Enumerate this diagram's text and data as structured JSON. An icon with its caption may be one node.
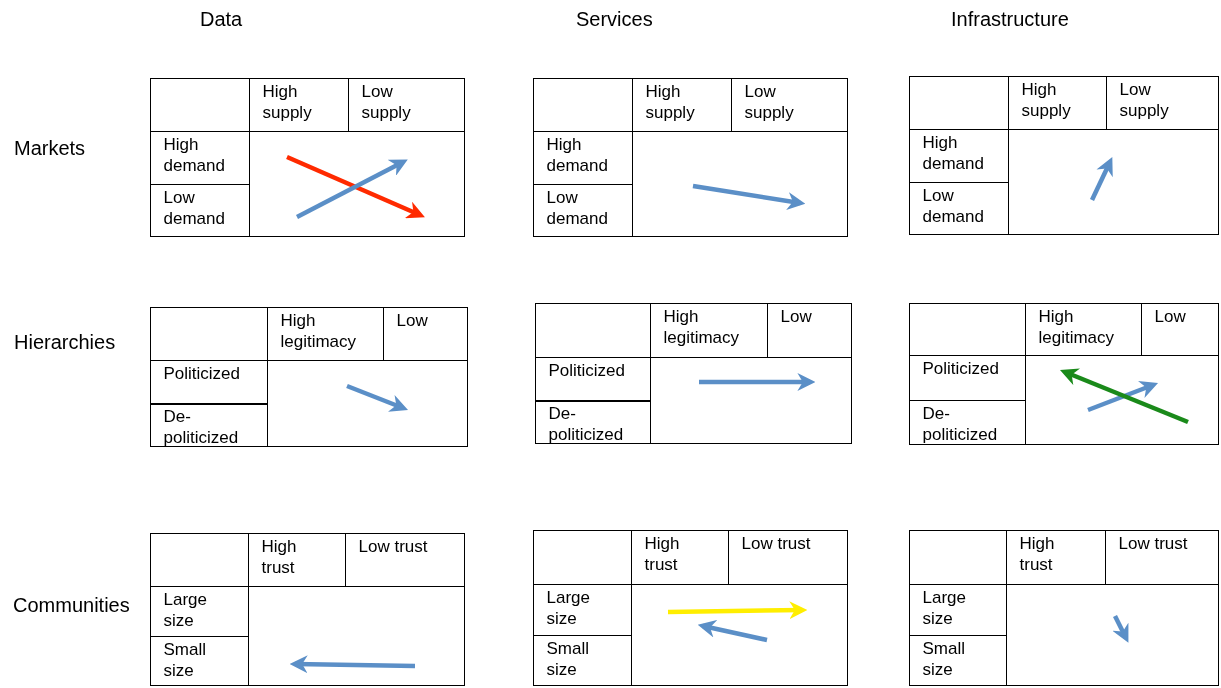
{
  "diagram": {
    "nodes": [
      {
        "text": [],
        "shape": "box"
      },
      {
        "text": [
          "High supply"
        ],
        "in": 0
      },
      {
        "text": [
          "Low supply"
        ],
        "in": 0
      },
      {
        "text": [
          "High demand"
        ],
        "in": 0
      },
      {
        "text": [
          "Low demand"
        ],
        "in": 0
      },
      {
        "text": [],
        "shape": "box"
      },
      {
        "text": [
          "High supply"
        ],
        "in": 5
      },
      {
        "text": [
          "Low supply"
        ],
        "in": 5
      },
      {
        "text": [
          "High demand"
        ],
        "in": 5
      },
      {
        "text": [
          "Low demand"
        ],
        "in": 5
      },
      {
        "text": [],
        "shape": "box"
      },
      {
        "text": [
          "High supply"
        ],
        "in": 10
      },
      {
        "text": [
          "Low supply"
        ],
        "in": 10
      },
      {
        "text": [
          "High demand"
        ],
        "in": 10
      },
      {
        "text": [
          "Low demand"
        ],
        "in": 10
      },
      {
        "text": [],
        "shape": "box"
      },
      {
        "text": [
          "High legitimacy"
        ],
        "in": 15
      },
      {
        "text": [
          "Low"
        ],
        "in": 15
      },
      {
        "text": [
          "Politicized"
        ],
        "in": 15
      },
      {
        "text": [
          "De- politicized"
        ],
        "in": 15
      },
      {
        "text": [],
        "shape": "box"
      },
      {
        "text": [
          "High legitimacy"
        ],
        "in": 20
      },
      {
        "text": [
          "Low"
        ],
        "in": 20
      },
      {
        "text": [
          "Politicized"
        ],
        "in": 20
      },
      {
        "text": [
          "De- politicized"
        ],
        "in": 20
      },
      {
        "text": [],
        "shape": "box"
      },
      {
        "text": [
          "High legitimacy"
        ],
        "in": 25
      },
      {
        "text": [
          "Low"
        ],
        "in": 25
      },
      {
        "text": [
          "Politicized"
        ],
        "in": 25
      },
      {
        "text": [
          "De- politicized"
        ],
        "in": 25
      },
      {
        "text": [],
        "shape": "box"
      },
      {
        "text": [
          "High trust"
        ],
        "in": 30
      },
      {
        "text": [
          "Low trust"
        ],
        "in": 30
      },
      {
        "text": [
          "Large size"
        ],
        "in": 30
      },
      {
        "text": [
          "Small size"
        ],
        "in": 30
      },
      {
        "text": [],
        "shape": "box"
      },
      {
        "text": [
          "High trust"
        ],
        "in": 35
      },
      {
        "text": [
          "Low trust"
        ],
        "in": 35
      },
      {
        "text": [
          "Large size"
        ],
        "in": 35
      },
      {
        "text": [
          "Small size"
        ],
        "in": 35
      },
      {
        "text": [],
        "shape": "box"
      },
      {
        "text": [
          "High trust"
        ],
        "in": 40
      },
      {
        "text": [
          "Low trust"
        ],
        "in": 40
      },
      {
        "text": [
          "Large size"
        ],
        "in": 40
      },
      {
        "text": [
          "Small size"
        ],
        "in": 40
      }
    ],
    "labels": [
      "Data",
      "Services",
      "Infrastructure",
      "Markets",
      "Hierarchies",
      "Communities"
    ]
  }
}
